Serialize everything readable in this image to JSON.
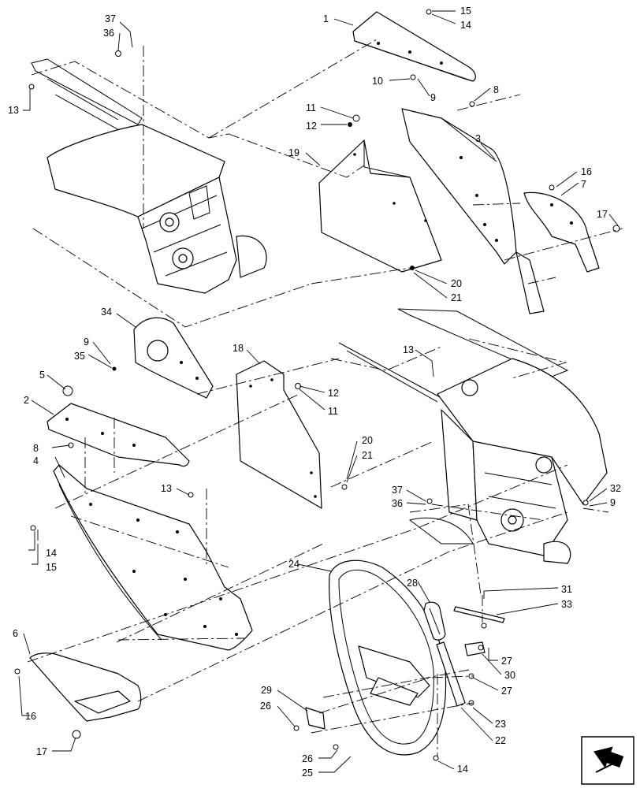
{
  "callouts": [
    {
      "id": "c37a",
      "text": "37"
    },
    {
      "id": "c36a",
      "text": "36"
    },
    {
      "id": "c13a",
      "text": "13"
    },
    {
      "id": "c1",
      "text": "1"
    },
    {
      "id": "c15a",
      "text": "15"
    },
    {
      "id": "c14a",
      "text": "14"
    },
    {
      "id": "c10",
      "text": "10"
    },
    {
      "id": "c9a",
      "text": "9"
    },
    {
      "id": "c8a",
      "text": "8"
    },
    {
      "id": "c11a",
      "text": "11"
    },
    {
      "id": "c12a",
      "text": "12"
    },
    {
      "id": "c19",
      "text": "19"
    },
    {
      "id": "c3",
      "text": "3"
    },
    {
      "id": "c16a",
      "text": "16"
    },
    {
      "id": "c7",
      "text": "7"
    },
    {
      "id": "c17a",
      "text": "17"
    },
    {
      "id": "c20a",
      "text": "20"
    },
    {
      "id": "c21a",
      "text": "21"
    },
    {
      "id": "c34",
      "text": "34"
    },
    {
      "id": "c9b",
      "text": "9"
    },
    {
      "id": "c35",
      "text": "35"
    },
    {
      "id": "c18",
      "text": "18"
    },
    {
      "id": "c13b",
      "text": "13"
    },
    {
      "id": "c5",
      "text": "5"
    },
    {
      "id": "c2",
      "text": "2"
    },
    {
      "id": "c12b",
      "text": "12"
    },
    {
      "id": "c11b",
      "text": "11"
    },
    {
      "id": "c8b",
      "text": "8"
    },
    {
      "id": "c4",
      "text": "4"
    },
    {
      "id": "c20b",
      "text": "20"
    },
    {
      "id": "c21b",
      "text": "21"
    },
    {
      "id": "c13c",
      "text": "13"
    },
    {
      "id": "c37b",
      "text": "37"
    },
    {
      "id": "c36b",
      "text": "36"
    },
    {
      "id": "c32",
      "text": "32"
    },
    {
      "id": "c9c",
      "text": "9"
    },
    {
      "id": "c14b",
      "text": "14"
    },
    {
      "id": "c15b",
      "text": "15"
    },
    {
      "id": "c24",
      "text": "24"
    },
    {
      "id": "c28",
      "text": "28"
    },
    {
      "id": "c31",
      "text": "31"
    },
    {
      "id": "c33",
      "text": "33"
    },
    {
      "id": "c6",
      "text": "6"
    },
    {
      "id": "c27a",
      "text": "27"
    },
    {
      "id": "c30",
      "text": "30"
    },
    {
      "id": "c27b",
      "text": "27"
    },
    {
      "id": "c16b",
      "text": "16"
    },
    {
      "id": "c29",
      "text": "29"
    },
    {
      "id": "c26a",
      "text": "26"
    },
    {
      "id": "c23",
      "text": "23"
    },
    {
      "id": "c22",
      "text": "22"
    },
    {
      "id": "c17b",
      "text": "17"
    },
    {
      "id": "c26b",
      "text": "26"
    },
    {
      "id": "c25",
      "text": "25"
    },
    {
      "id": "c14c",
      "text": "14"
    }
  ],
  "icons": {
    "navigation": "next-page-arrow-icon"
  }
}
